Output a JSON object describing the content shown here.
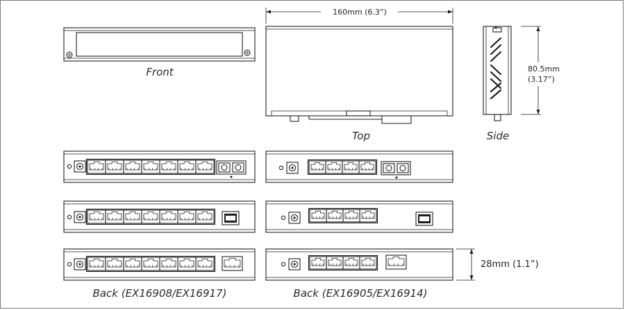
{
  "views": {
    "front": "Front",
    "top": "Top",
    "side": "Side",
    "back_8port": "Back (EX16908/EX16917)",
    "back_4port": "Back (EX16905/EX16914)"
  },
  "dimensions": {
    "width": "160mm (6.3”)",
    "height_mm": "80.5mm",
    "height_in": "(3.17”)",
    "depth": "28mm (1.1”)"
  }
}
